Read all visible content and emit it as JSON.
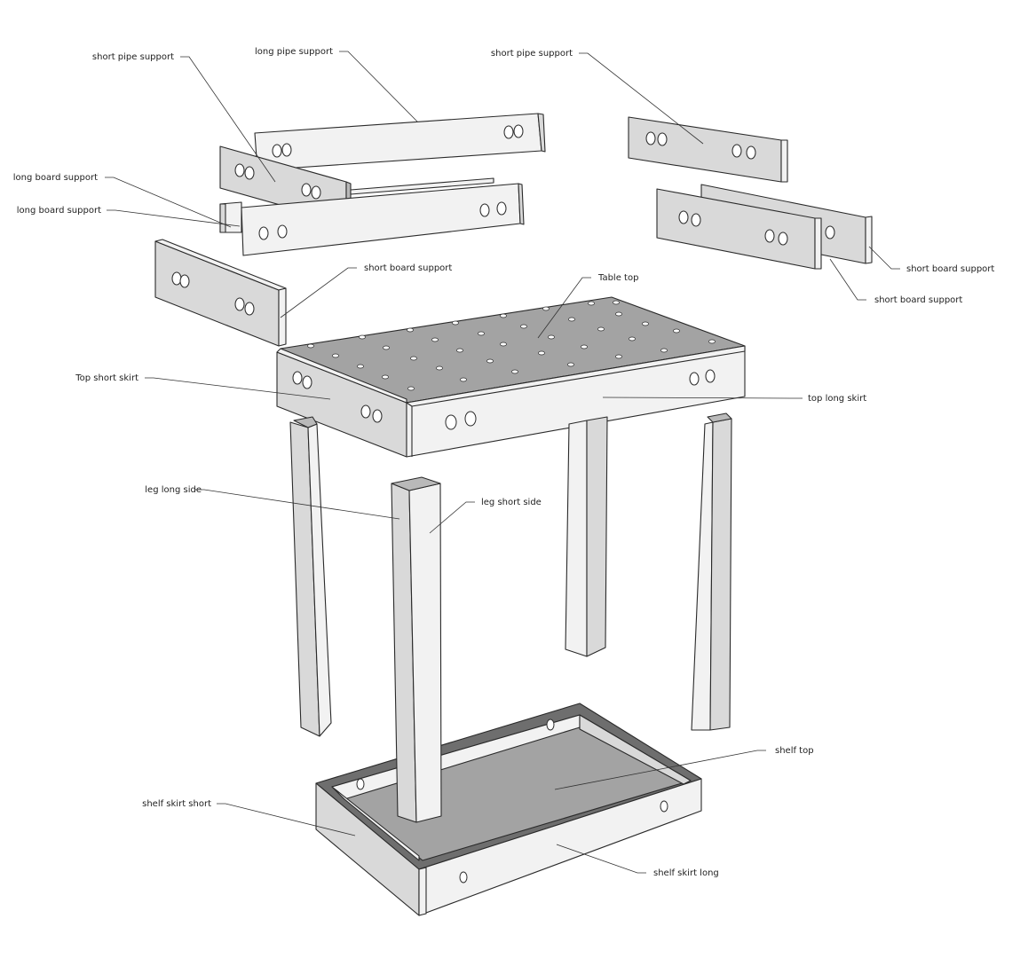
{
  "labels": {
    "short_pipe_support_left": "short pipe support",
    "long_pipe_support": "long pipe support",
    "short_pipe_support_right": "short pipe support",
    "long_board_support_1": "long board support",
    "long_board_support_2": "long board support",
    "short_board_support_left": "short board support",
    "short_board_support_right_1": "short board support",
    "short_board_support_right_2": "short board support",
    "table_top": "Table top",
    "top_short_skirt": "Top short skirt",
    "top_long_skirt": "top long skirt",
    "leg_long_side": "leg long side",
    "leg_short_side": "leg short side",
    "shelf_top": "shelf top",
    "shelf_skirt_short": "shelf skirt short",
    "shelf_skirt_long": "shelf skirt long"
  },
  "colors": {
    "face_light": "#f2f2f2",
    "face_mid": "#d9d9d9",
    "face_dark": "#b9b9b9",
    "top_surface": "#a3a3a3",
    "line": "#2a2a2a"
  }
}
